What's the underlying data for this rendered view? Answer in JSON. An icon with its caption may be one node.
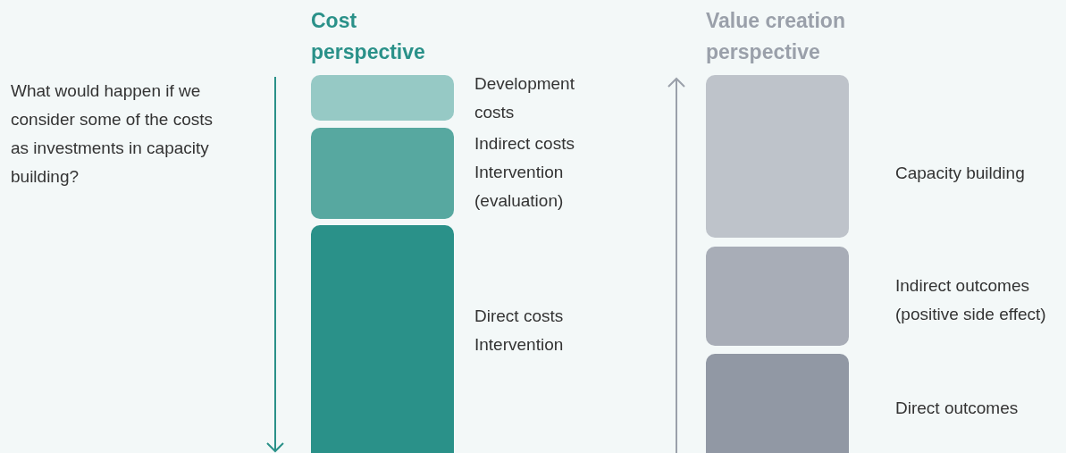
{
  "diagram": {
    "nodes": [
      {
        "text": [],
        "shape": "box",
        "beside": [
          "Development costs"
        ]
      },
      {
        "text": [],
        "shape": "box",
        "beside": [
          "Indirect costs",
          "Intervention (evaluation)"
        ]
      },
      {
        "text": [],
        "shape": "box",
        "beside": [
          "Direct costs",
          "Intervention"
        ]
      },
      {
        "text": [],
        "shape": "box",
        "beside": [
          "Capacity building"
        ]
      },
      {
        "text": [],
        "shape": "box",
        "beside": [
          "Indirect outcomes (positive side effect)"
        ]
      },
      {
        "text": [],
        "shape": "box",
        "beside": [
          "Direct outcomes"
        ]
      }
    ],
    "edges": [],
    "labels": [
      "Cost perspective",
      "Value creation perspective",
      "What would happen if we consider some of the costs as investments in capacity building?"
    ]
  }
}
